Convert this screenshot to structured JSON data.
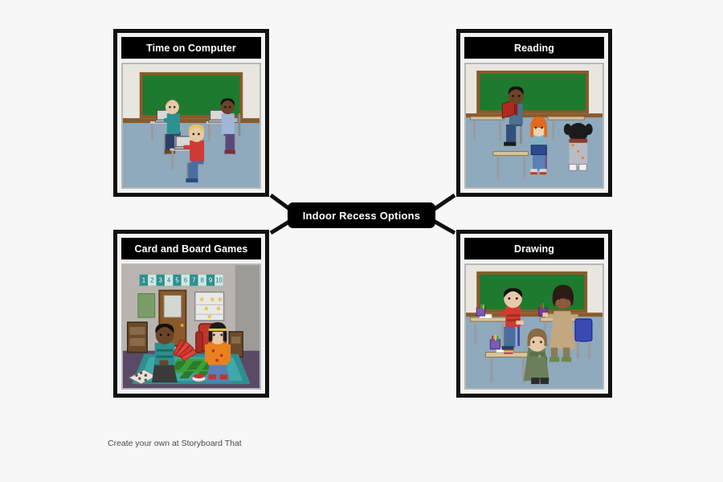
{
  "background_color": "#f7f7f7",
  "center": {
    "label": "Indoor Recess Options",
    "bg_color": "#000000",
    "text_color": "#ffffff"
  },
  "panels": [
    {
      "id": "computer",
      "title": "Time on Computer",
      "position": "top-left",
      "scene": {
        "setting": "classroom",
        "board_color": "#1d7a2e",
        "board_frame_color": "#8a5a2b",
        "wall_color": "#e9e6e0",
        "floor_color": "#8fa9bd",
        "students": [
          {
            "name": "student-brown-hair-teal-shirt",
            "hair": "#8a6a40",
            "shirt": "#2e8f8f",
            "pants": "#2b3f66",
            "item": "laptop"
          },
          {
            "name": "student-dark-hair-lavender",
            "hair": "#1b1b1b",
            "shirt": "#9fb6d6",
            "pants": "#5a4a7a",
            "item": "laptop"
          },
          {
            "name": "student-blond-red-shirt",
            "hair": "#e8c35a",
            "shirt": "#cf3b33",
            "pants": "#4a6ea0",
            "item": "laptop"
          }
        ],
        "props": [
          "desk",
          "chair",
          "laptop"
        ]
      }
    },
    {
      "id": "reading",
      "title": "Reading",
      "position": "top-right",
      "scene": {
        "setting": "classroom",
        "board_color": "#1d7a2e",
        "board_frame_color": "#8a5a2b",
        "wall_color": "#e9e6e0",
        "floor_color": "#8fa9bd",
        "students": [
          {
            "name": "student-dark-skin-blue-shirt",
            "hair": "#1b1b1b",
            "shirt": "#4f6f8f",
            "pants": "#33507a",
            "item": "red-book"
          },
          {
            "name": "student-orange-hair",
            "hair": "#e06a1e",
            "shirt": "#7fb3c4",
            "pants": "#5a7fb5",
            "item": "blue-book"
          },
          {
            "name": "student-pigtails-grey-dress",
            "hair": "#1b1b1b",
            "shirt": "#b9bcc4",
            "pants": "#b9bcc4",
            "item": "book"
          }
        ],
        "props": [
          "desk",
          "chair",
          "book"
        ]
      }
    },
    {
      "id": "games",
      "title": "Card and Board Games",
      "position": "bottom-left",
      "scene": {
        "setting": "playroom",
        "wall_color": "#b9b4b0",
        "floor_color": "#5b4a66",
        "rug_color": "#2e8f8f",
        "number_strip": [
          "1",
          "2",
          "3",
          "4",
          "5",
          "6",
          "7",
          "8",
          "9",
          "10"
        ],
        "number_strip_colors": [
          "#2e8f8f",
          "#cfe7e4"
        ],
        "door_color": "#8a5a2b",
        "armchair_color": "#c0352b",
        "game_board_color": "#3aa13a",
        "students": [
          {
            "name": "student-dark-skin-teal-shirt",
            "hair": "#1b1b1b",
            "shirt": "#2e8f8f",
            "pants": "#3a3a3a",
            "item": "playing-cards"
          },
          {
            "name": "student-black-hair-orange-shirt",
            "hair": "#1b1b1b",
            "shirt": "#e8821e",
            "pants": "#5a7fb5",
            "item": "game-piece"
          }
        ],
        "props": [
          "bookshelf",
          "door",
          "poster",
          "armchair",
          "checkerboard",
          "game-board",
          "rug"
        ]
      }
    },
    {
      "id": "drawing",
      "title": "Drawing",
      "position": "bottom-right",
      "scene": {
        "setting": "classroom",
        "board_color": "#1d7a2e",
        "board_frame_color": "#8a5a2b",
        "wall_color": "#e9e6e0",
        "floor_color": "#8fa9bd",
        "students": [
          {
            "name": "student-black-hair-red-shirt",
            "hair": "#1b1b1b",
            "shirt": "#cf3b33",
            "pants": "#4a6ea0",
            "item": "paper"
          },
          {
            "name": "student-curly-hair-tan-dress",
            "hair": "#2b1b14",
            "shirt": "#c2a77f",
            "pants": "#c2a77f",
            "item": "crayon"
          },
          {
            "name": "student-bob-hair-green-dress",
            "hair": "#8a6a40",
            "shirt": "#6a7f5a",
            "pants": "#6a7f5a",
            "item": "paper"
          }
        ],
        "props": [
          "desk",
          "chair",
          "crayon-cup",
          "paper",
          "blue-chair"
        ]
      }
    }
  ],
  "footer": {
    "text": "Create your own at Storyboard That"
  }
}
